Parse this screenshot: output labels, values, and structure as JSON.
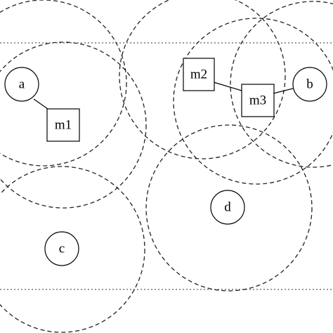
{
  "nodes": [
    {
      "id": "a",
      "label": "a",
      "shape": "circle"
    },
    {
      "id": "b",
      "label": "b",
      "shape": "circle"
    },
    {
      "id": "c",
      "label": "c",
      "shape": "circle"
    },
    {
      "id": "d",
      "label": "d",
      "shape": "circle"
    },
    {
      "id": "m1",
      "label": "m1",
      "shape": "square"
    },
    {
      "id": "m2",
      "label": "m2",
      "shape": "square"
    },
    {
      "id": "m3",
      "label": "m3",
      "shape": "square"
    }
  ],
  "links": [
    {
      "from": "a",
      "to": "m1"
    },
    {
      "from": "m2",
      "to": "m3"
    },
    {
      "from": "m3",
      "to": "b"
    }
  ],
  "colors": {
    "stroke": "#000000",
    "background": "#ffffff"
  }
}
